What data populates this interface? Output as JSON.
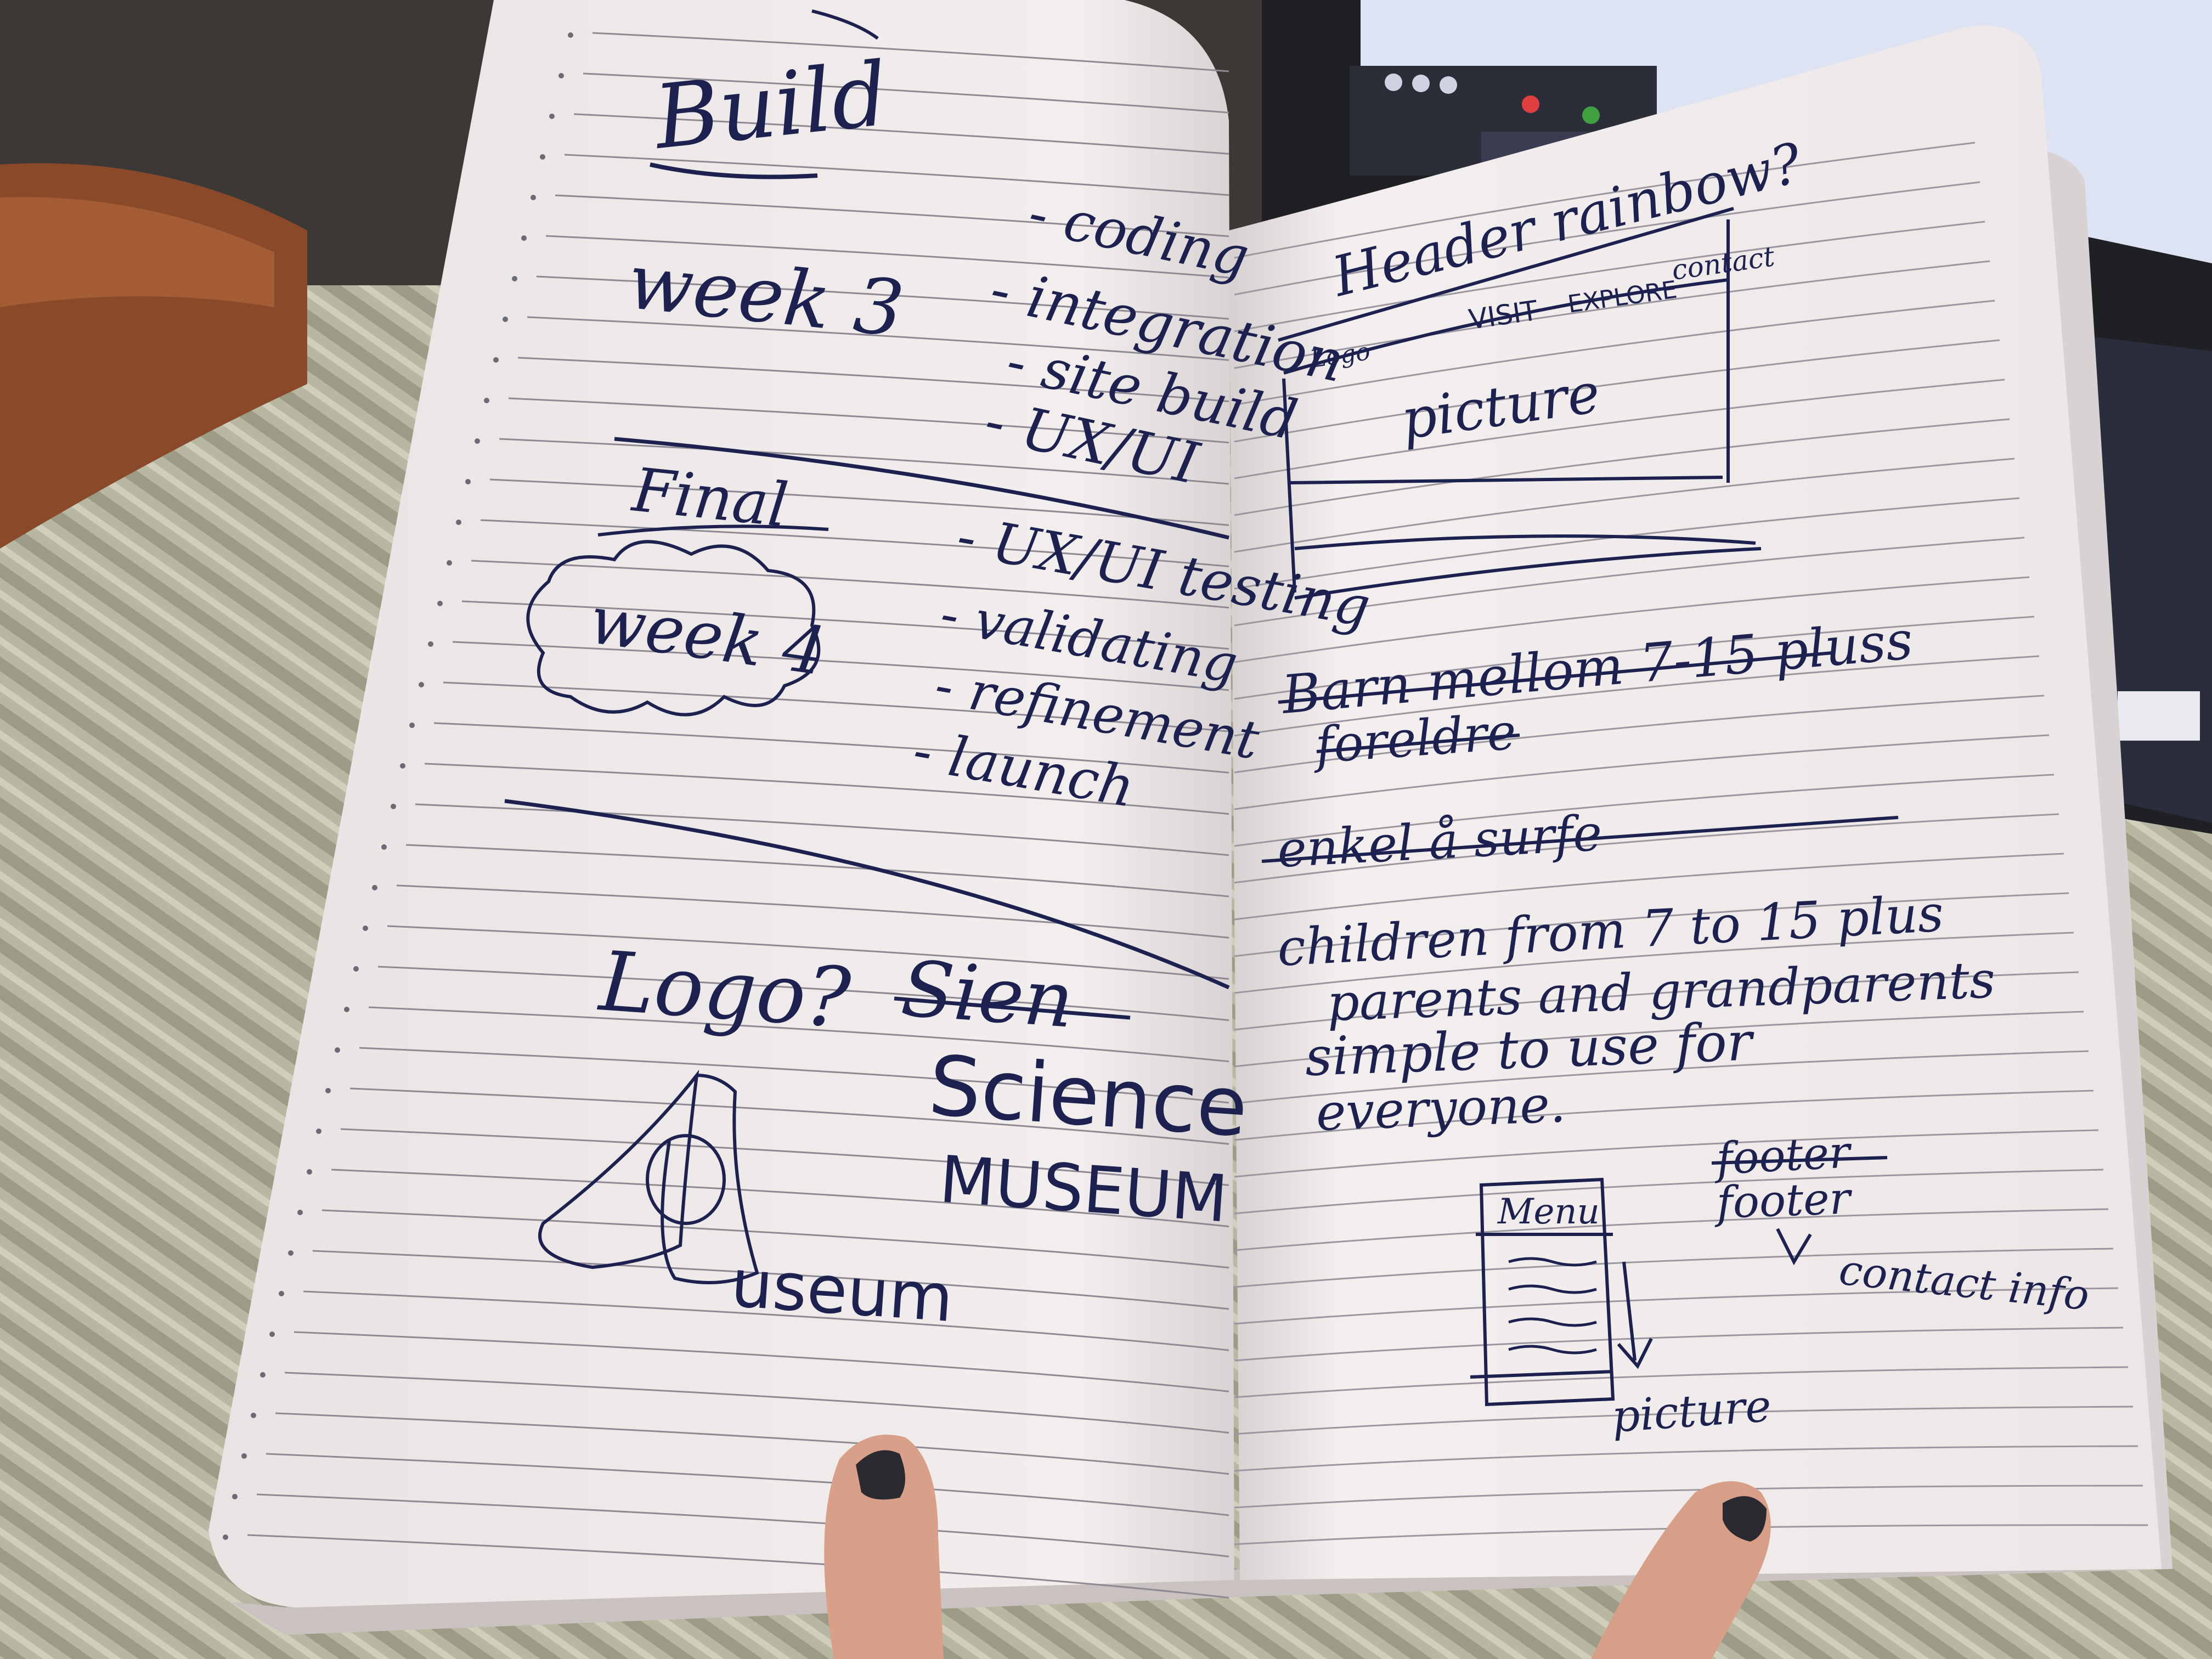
{
  "left_page": {
    "build": {
      "heading": "Build",
      "week": "week 3",
      "items": [
        "- coding",
        "- integration",
        "- site build",
        "- UX/UI"
      ]
    },
    "final": {
      "heading": "Final",
      "week": "week 4",
      "items": [
        "- UX/UI testing",
        "- validating",
        "- refinement",
        "- launch"
      ]
    },
    "logo": {
      "question": "Logo?",
      "struck_word": "Sien",
      "title_line1": "Science",
      "title_line2": "MUSEUM",
      "mark_word": "useum"
    }
  },
  "right_page": {
    "wireframe": {
      "title": "Header rainbow?",
      "logo_label": "Logo",
      "nav": [
        "VISIT",
        "EXPLORE",
        "contact"
      ],
      "picture_label": "picture"
    },
    "notes": [
      {
        "text": "Barn mellom 7-15 pluss",
        "struck": true
      },
      {
        "text": "foreldre",
        "struck": true
      },
      {
        "text": "enkel å surfe",
        "struck": true
      },
      {
        "text": "children from 7 to 15 plus",
        "struck": false
      },
      {
        "text": "parents and grandparents",
        "struck": false
      },
      {
        "text": "simple to use for",
        "struck": false
      },
      {
        "text": "everyone.",
        "struck": false
      }
    ],
    "mobile_sketch": {
      "menu_label": "Menu",
      "footer_struck": "footer",
      "footer_label": "footer",
      "contact_info": "contact info",
      "picture_label": "picture"
    }
  }
}
